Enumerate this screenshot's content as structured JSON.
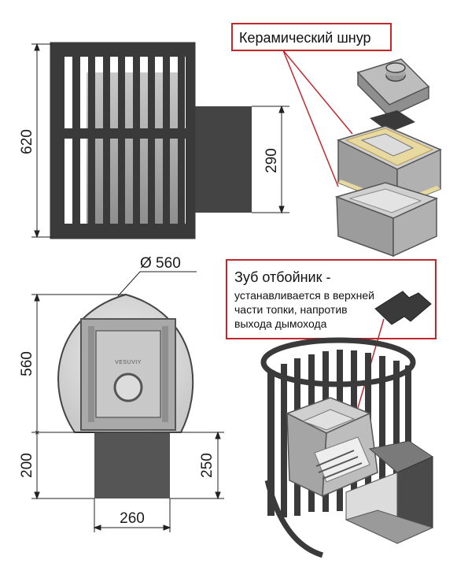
{
  "dimensions": {
    "height_total": "620",
    "chimney_height": "290",
    "diameter": "Ø 560",
    "depth": "560",
    "flue_length_left": "200",
    "flue_length_right": "250",
    "flue_width": "260"
  },
  "callouts": {
    "ceramic_cord": {
      "title": "Керамический шнур"
    },
    "deflector_tooth": {
      "title": "Зуб отбойник -",
      "lines": [
        "устанавливается в верхней",
        "части топки, напротив",
        "выхода дымохода"
      ]
    }
  },
  "brand_label": "VESUVIY",
  "colors": {
    "callout_border": "#c0282e",
    "metal_dark": "#3b3b3b",
    "metal_mid": "#7d7d7d",
    "cord_yellow": "#e8d9a0"
  }
}
